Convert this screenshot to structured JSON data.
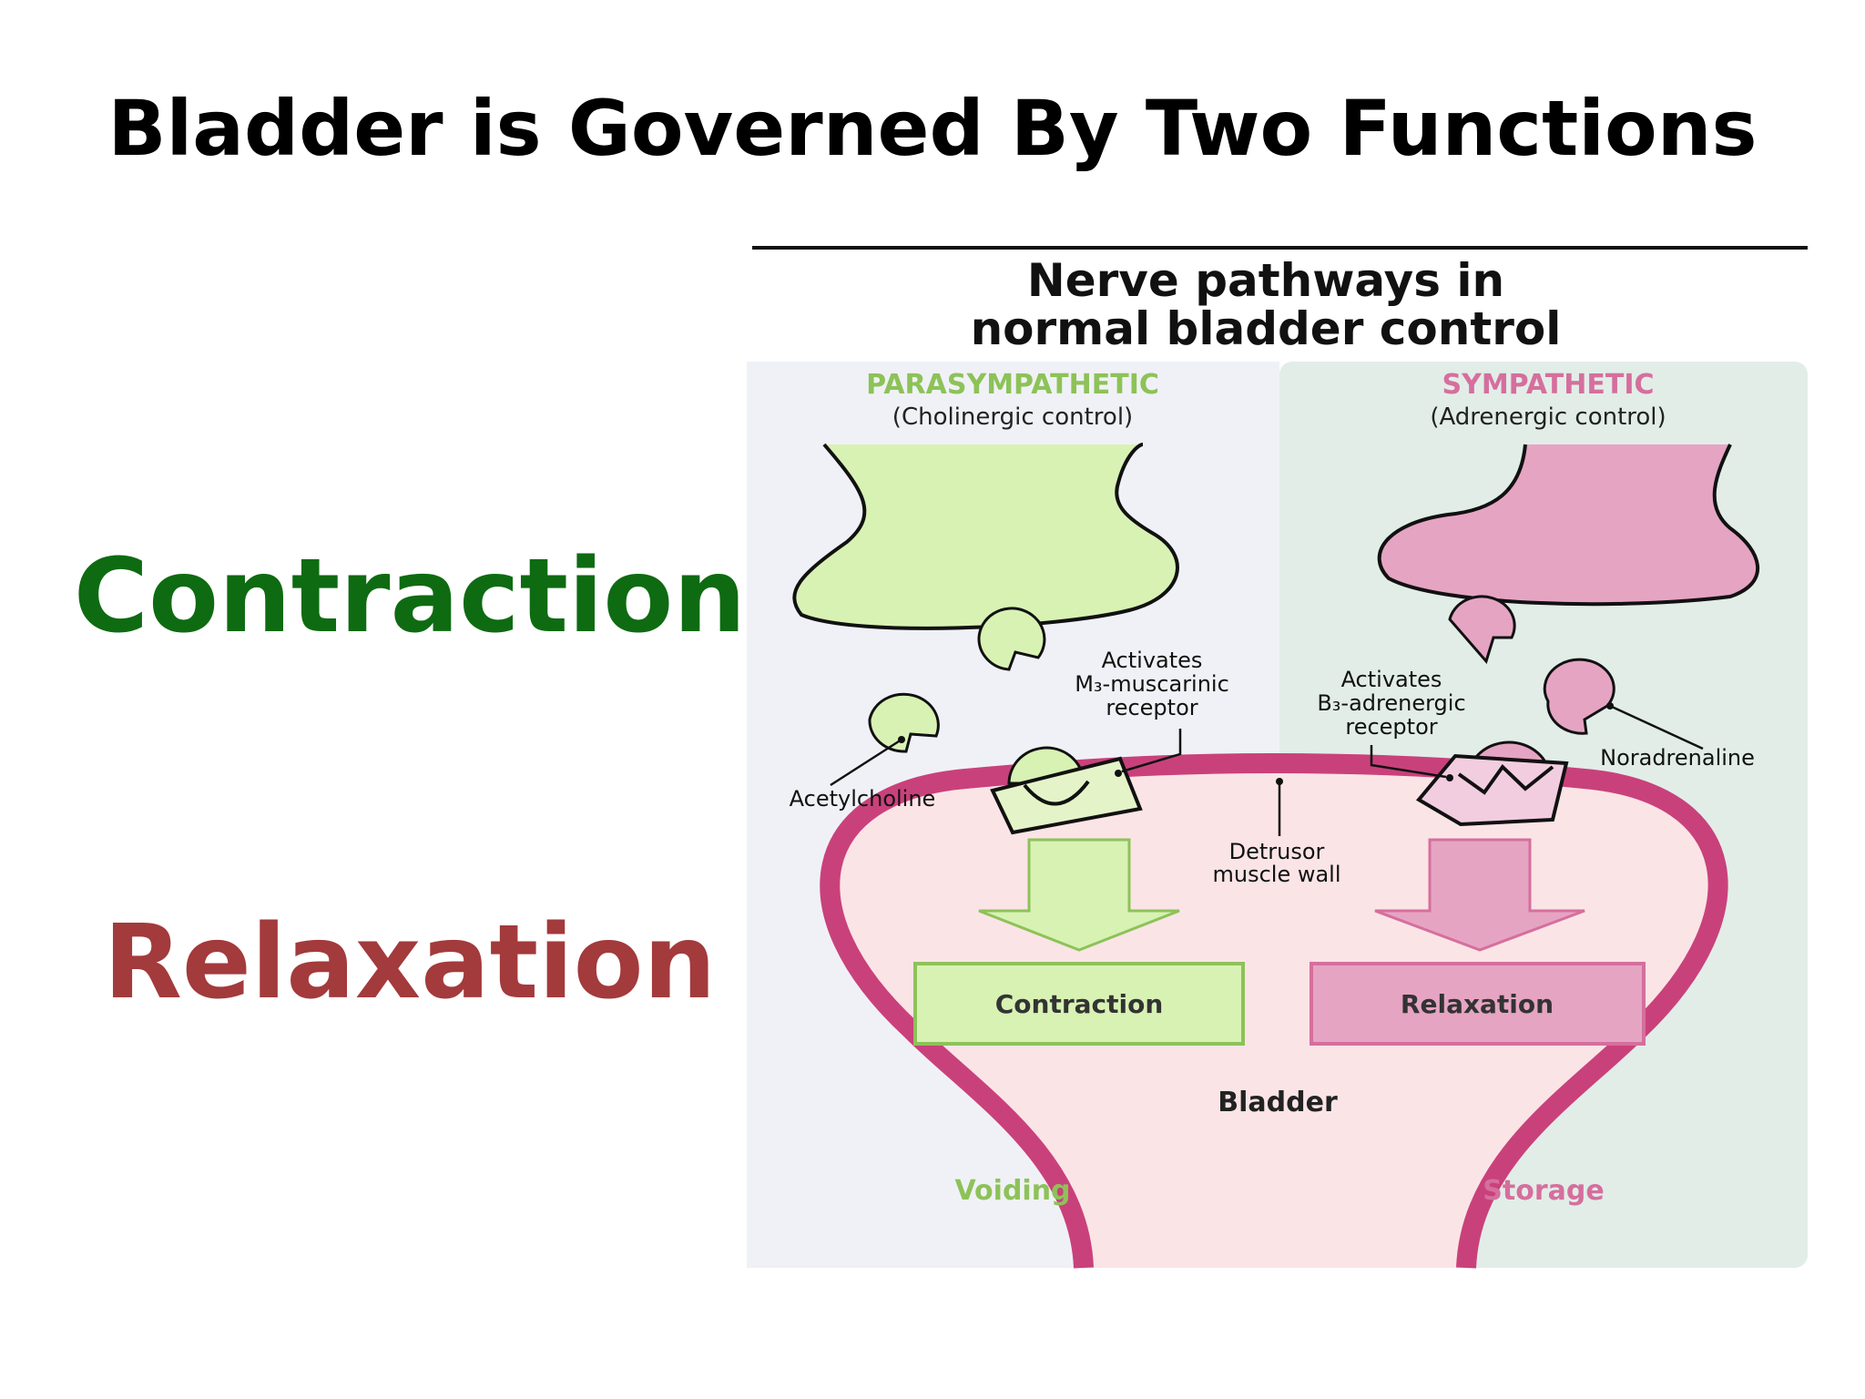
{
  "slide": {
    "title": "Bladder is Governed By Two Functions",
    "left_terms": {
      "contraction": "Contraction",
      "relaxation": "Relaxation"
    }
  },
  "diagram": {
    "title_line1": "Nerve pathways in",
    "title_line2": "normal bladder control",
    "parasympathetic": {
      "heading": "PARASYMPATHETIC",
      "subheading": "(Cholinergic control)",
      "activates_line1": "Activates",
      "activates_line2": "M₃-muscarinic",
      "activates_line3": "receptor",
      "neurotransmitter": "Acetylcholine",
      "result": "Contraction",
      "phase": "Voiding"
    },
    "sympathetic": {
      "heading": "SYMPATHETIC",
      "subheading": "(Adrenergic control)",
      "activates_line1": "Activates",
      "activates_line2": "B₃-adrenergic",
      "activates_line3": "receptor",
      "neurotransmitter": "Noradrenaline",
      "result": "Relaxation",
      "phase": "Storage"
    },
    "detrusor_line1": "Detrusor",
    "detrusor_line2": "muscle wall",
    "organ": "Bladder"
  },
  "colors": {
    "parasympathetic_fill": "#d8f2b4",
    "parasympathetic_text": "#8dc258",
    "sympathetic_fill": "#e6a4c3",
    "sympathetic_text": "#d56f9d",
    "bladder_wall": "#c9417b",
    "bladder_interior": "#fbe4e6",
    "left_panel_bg": "#f0f1f6",
    "right_panel_bg": "#e2ede8",
    "contraction_text": "#0e6b12",
    "relaxation_text": "#a33a3c"
  }
}
